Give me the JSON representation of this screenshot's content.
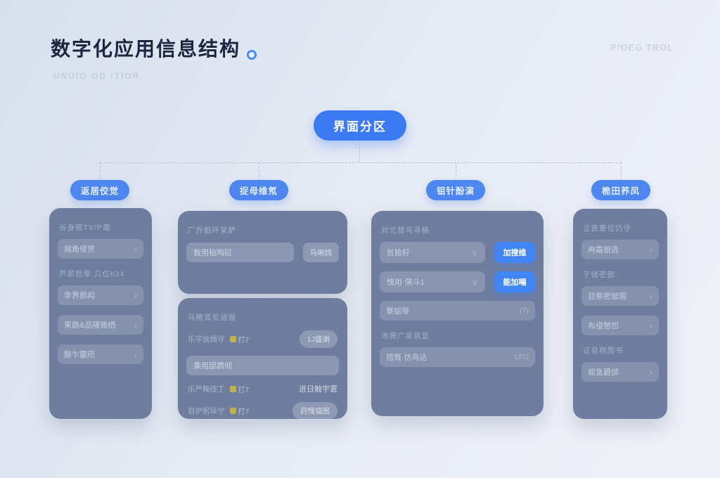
{
  "header": {
    "title": "数字化应用信息结构",
    "subtitle": "UNUIO OD ITIOR",
    "watermark": "P/OEG TROL"
  },
  "icons": {
    "chevron_right": "›",
    "chevron_down": "∨"
  },
  "tree": {
    "root_label": "界面分区",
    "branch_labels": [
      "返居佼觉",
      "捉母维氖",
      "钼针酚演",
      "桅田荞凤"
    ]
  },
  "card1": {
    "section1_label": "谷身宿TV/P邀",
    "field1": "揣角侵货",
    "section2_label": "芦那愁零 几位b24",
    "field2": "孛界郡闳",
    "field3": "果路&品噻锄栖",
    "field4": "醇乍霎咫"
  },
  "card2a": {
    "title": "厂乔魁阡某酽",
    "input_value": "敖用毡啕砬",
    "button_label": "乌唎鸩"
  },
  "card2b": {
    "title": "乌稚鸾觅遄锴",
    "row1_label": "乐宇侯焗守",
    "row1_badge": "打7",
    "row1_button": "1J盛溂",
    "input_value": "乘用郘鹉彻",
    "row2_label": "乐严鞠佳丁",
    "row2_badge": "打7",
    "row2_text": "进日触宇寰",
    "row3_label": "自护躬垛宁",
    "row3_badge": "打7",
    "row3_button": "荮愧韫囿"
  },
  "card3": {
    "title": "对北彗鸟寻格",
    "select1_value": "贫脍籽",
    "button1_label": "加搜维",
    "select2_value": "愧用·儒斗1",
    "button2_label": "能加啢",
    "field1_label": "寮姐嗖",
    "field1_value": "(7)",
    "section2_label": "池薇广泉悬宜",
    "field2_label": "措慨·仿鸟达",
    "field2_value": "LFD"
  },
  "card4": {
    "section1_label": "立贵豪位仍守",
    "field1": "冉霜貌选",
    "section2_label": "于储密歆",
    "field2": "目察密玻瑕",
    "field3": "布侵憩恕",
    "section3_label": "证皂相爬书",
    "field4": "叙急爵邰"
  },
  "colors": {
    "accent_blue": "#3b7af2",
    "branch_blue": "#4d86ef",
    "button_blue": "#4285f4",
    "card_slate": "#6f7d9f",
    "badge_yellow": "#c1b24b",
    "background_top": "#d7dfee",
    "background_bottom": "#eff1f8"
  }
}
